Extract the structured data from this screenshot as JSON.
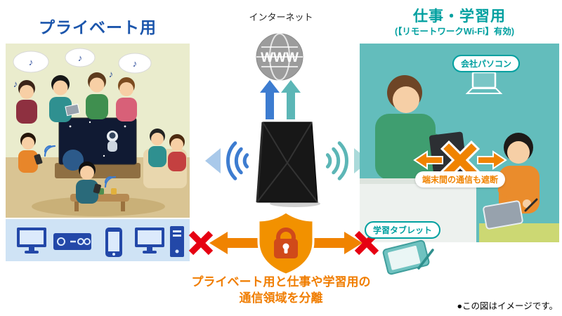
{
  "left": {
    "title": "プライベート用",
    "music_note": "♪"
  },
  "center": {
    "internet_label": "インターネット",
    "globe_label": "WWW"
  },
  "right": {
    "title": "仕事・学習用",
    "subtitle": "(【リモートワークWi-Fi】有効)",
    "company_pc_badge": "会社パソコン",
    "tablet_badge": "学習タブレット",
    "block_badge": "端末間の通信も遮断"
  },
  "bottom": {
    "caption_line1": "プライベート用と仕事や学習用の",
    "caption_line2": "通信領域を分離",
    "note": "●この図はイメージです。"
  },
  "colors": {
    "private_blue": "#1c56ac",
    "work_teal": "#00a0a0",
    "panel_teal": "#63bdbc",
    "accent_orange": "#f08300",
    "block_red": "#e60012",
    "devices_bar_bg": "#cfe3f5",
    "device_icon_blue": "#2348a8",
    "router_black": "#171717",
    "globe_gray": "#9c9c9c"
  }
}
